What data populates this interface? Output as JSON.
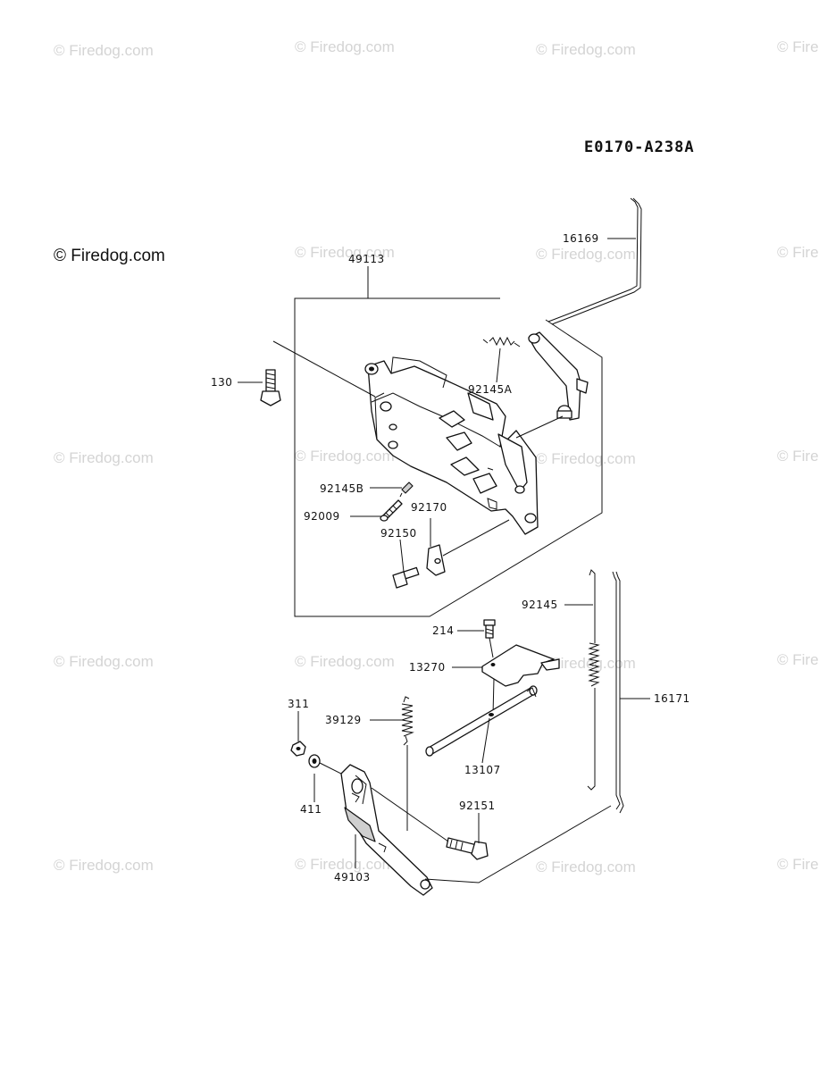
{
  "watermark": {
    "text": "© Firedog.com",
    "main_text": "© Firedog.com"
  },
  "diagram_code": "E0170-A238A",
  "parts": [
    {
      "id": "p16169",
      "label": "16169"
    },
    {
      "id": "p49113",
      "label": "49113"
    },
    {
      "id": "p130",
      "label": "130"
    },
    {
      "id": "p92145A",
      "label": "92145A"
    },
    {
      "id": "p92145B",
      "label": "92145B"
    },
    {
      "id": "p92009",
      "label": "92009"
    },
    {
      "id": "p92170",
      "label": "92170"
    },
    {
      "id": "p92150",
      "label": "92150"
    },
    {
      "id": "p92145",
      "label": "92145"
    },
    {
      "id": "p214",
      "label": "214"
    },
    {
      "id": "p13270",
      "label": "13270"
    },
    {
      "id": "p16171",
      "label": "16171"
    },
    {
      "id": "p311",
      "label": "311"
    },
    {
      "id": "p39129",
      "label": "39129"
    },
    {
      "id": "p13107",
      "label": "13107"
    },
    {
      "id": "p411",
      "label": "411"
    },
    {
      "id": "p92151",
      "label": "92151"
    },
    {
      "id": "p49103",
      "label": "49103"
    }
  ]
}
